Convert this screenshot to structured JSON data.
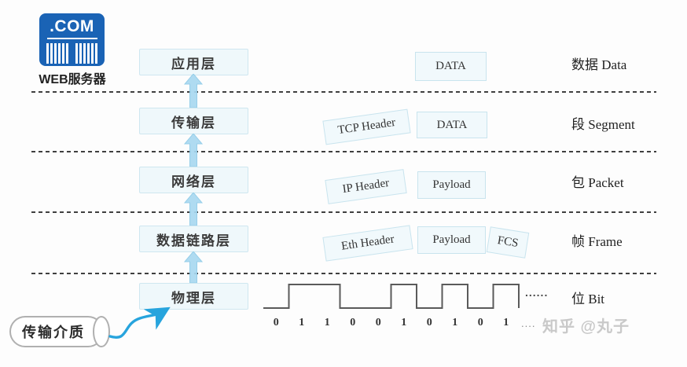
{
  "server": {
    "icon_title": ".COM",
    "label": "WEB服务器"
  },
  "layers": [
    {
      "name": "应用层",
      "pdu": "数据 Data",
      "boxes": [
        "DATA"
      ]
    },
    {
      "name": "传输层",
      "pdu": "段 Segment",
      "boxes": [
        "TCP Header",
        "DATA"
      ]
    },
    {
      "name": "网络层",
      "pdu": "包 Packet",
      "boxes": [
        "IP Header",
        "Payload"
      ]
    },
    {
      "name": "数据链路层",
      "pdu": "帧 Frame",
      "boxes": [
        "Eth Header",
        "Payload",
        "FCS"
      ]
    },
    {
      "name": "物理层",
      "pdu": "位 Bit"
    }
  ],
  "signal": {
    "bits": [
      "0",
      "1",
      "1",
      "0",
      "0",
      "1",
      "0",
      "1",
      "0",
      "1"
    ],
    "waveform_ellipsis": "......",
    "bits_ellipsis": "...."
  },
  "medium": {
    "label": "传输介质"
  },
  "watermark": "知乎 @丸子",
  "colors": {
    "icon_blue": "#1a63b5",
    "layer_box_bg": "#eff8fb",
    "layer_box_border": "#cfe7f0",
    "pdu_box_bg": "#f1f9fc",
    "pdu_box_border": "#c9e4ee",
    "flow_arrow": "#a9d9f1",
    "medium_arrow": "#27a4dd",
    "dashed_line": "#3f3f3f",
    "waveform": "#5a5a5a",
    "watermark_gray": "#c9c9c9"
  }
}
